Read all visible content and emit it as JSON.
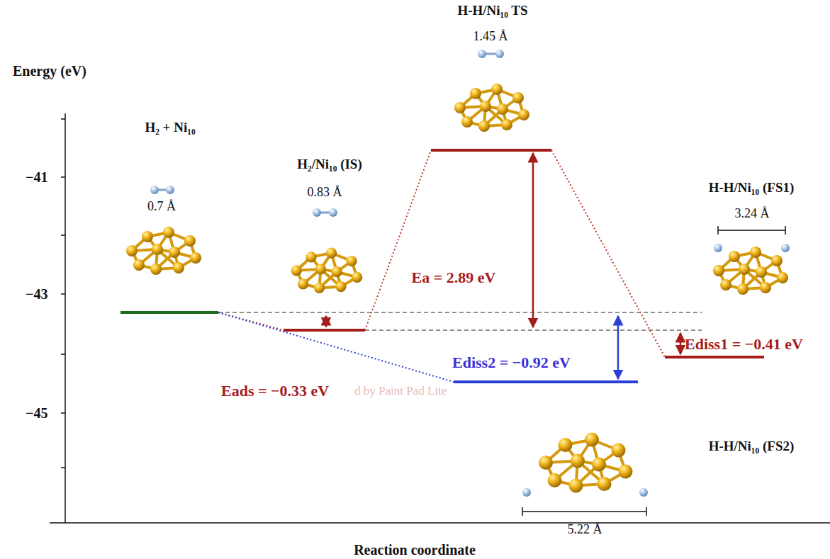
{
  "diagram": {
    "labels": [
      "Energy (eV)",
      "−41",
      "−43",
      "−45",
      "H₂ + Ni₁₀",
      "0.7 Å",
      "H₂/Ni₁₀ (IS)",
      "0.83 Å",
      "H-H/Ni₁₀ TS",
      "1.45 Å",
      "H-H/Ni₁₀ (FS1)",
      "3.24 Å",
      "H-H/Ni₁₀ (FS2)",
      "5.22 Å",
      "Ea = 2.89 eV",
      "Ediss2 = −0.92 eV",
      "Ediss1 = −0.41 eV",
      "Eads = −0.33 eV",
      "d by Paint Pad Lite",
      "Reaction coordinate"
    ]
  }
}
